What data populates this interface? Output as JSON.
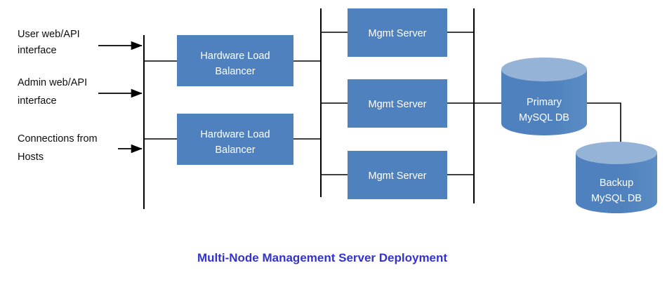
{
  "diagram": {
    "title": "Multi-Node Management Server Deployment",
    "title_color": "#3333CC",
    "box_fill": "#4E81BD",
    "cylinder_body_fill": "#4E81BD",
    "cylinder_top_fill": "#95B3D7",
    "line_color": "#000000",
    "background": "#FFFFFF",
    "inputs": [
      {
        "line1": "User web/API",
        "line2": "interface"
      },
      {
        "line1": "Admin web/API",
        "line2": "interface"
      },
      {
        "line1": "Connections from",
        "line2": "Hosts"
      }
    ],
    "load_balancers": [
      {
        "line1": "Hardware Load",
        "line2": "Balancer"
      },
      {
        "line1": "Hardware Load",
        "line2": "Balancer"
      }
    ],
    "mgmt_servers": [
      {
        "label": "Mgmt Server"
      },
      {
        "label": "Mgmt Server"
      },
      {
        "label": "Mgmt Server"
      }
    ],
    "databases": [
      {
        "line1": "Primary",
        "line2": "MySQL DB"
      },
      {
        "line1": "Backup",
        "line2": "MySQL DB"
      }
    ]
  }
}
